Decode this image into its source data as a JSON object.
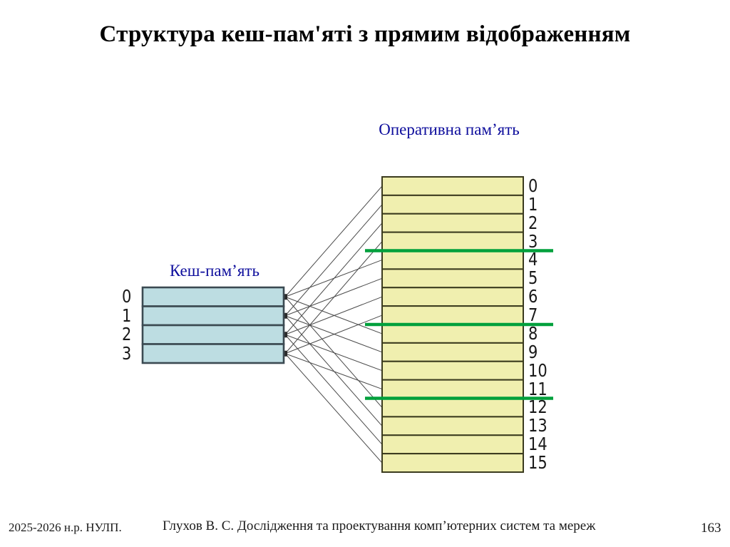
{
  "slide": {
    "title": "Структура кеш-пам'яті з прямим відображенням",
    "page_number": "163"
  },
  "diagram": {
    "ram": {
      "caption": "Оперативна пам’ять",
      "block_labels": [
        "0",
        "1",
        "2",
        "3",
        "4",
        "5",
        "6",
        "7",
        "8",
        "9",
        "10",
        "11",
        "12",
        "13",
        "14",
        "15"
      ],
      "block_fill": "#f0efaf",
      "block_stroke": "#3b3b1e",
      "block_count": 16
    },
    "cache": {
      "caption": "Кеш-пам’ять",
      "block_labels": [
        "0",
        "1",
        "2",
        "3"
      ],
      "block_fill": "#bddde2",
      "block_stroke": "#3b4a52",
      "block_count": 4
    },
    "separators": {
      "color": "#00a03c",
      "after_blocks": [
        3,
        7,
        11
      ]
    },
    "mapping_line_color": "#4a4a4a"
  },
  "footer": {
    "left": "2025-2026 н.р. НУЛП.",
    "center": "Глухов В. С. Дослідження та проектування комп’ютерних систем та мереж"
  }
}
